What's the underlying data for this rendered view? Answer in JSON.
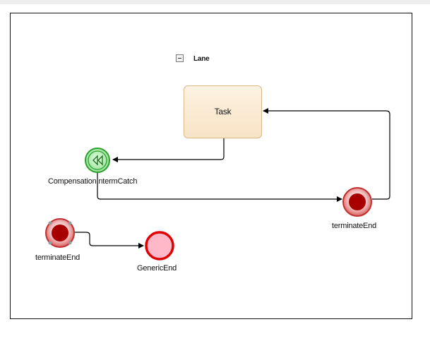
{
  "lane": {
    "label": "Lane"
  },
  "task": {
    "label": "Task"
  },
  "events": {
    "compensation": {
      "label": "CompensationIntermCatch"
    },
    "terminate_right": {
      "label": "terminateEnd"
    },
    "terminate_left": {
      "label": "terminateEnd"
    },
    "generic_end": {
      "label": "GenericEnd"
    }
  },
  "colors": {
    "task_fill": "#f8e3c6",
    "task_border": "#d9b98a",
    "compensation_fill": "#b8f0b8",
    "compensation_stroke": "#2fa02f",
    "terminate_fill": "#a80000",
    "terminate_ring": "#e06060",
    "generic_end_fill": "#ffb8c8",
    "generic_end_stroke": "#e00000"
  }
}
